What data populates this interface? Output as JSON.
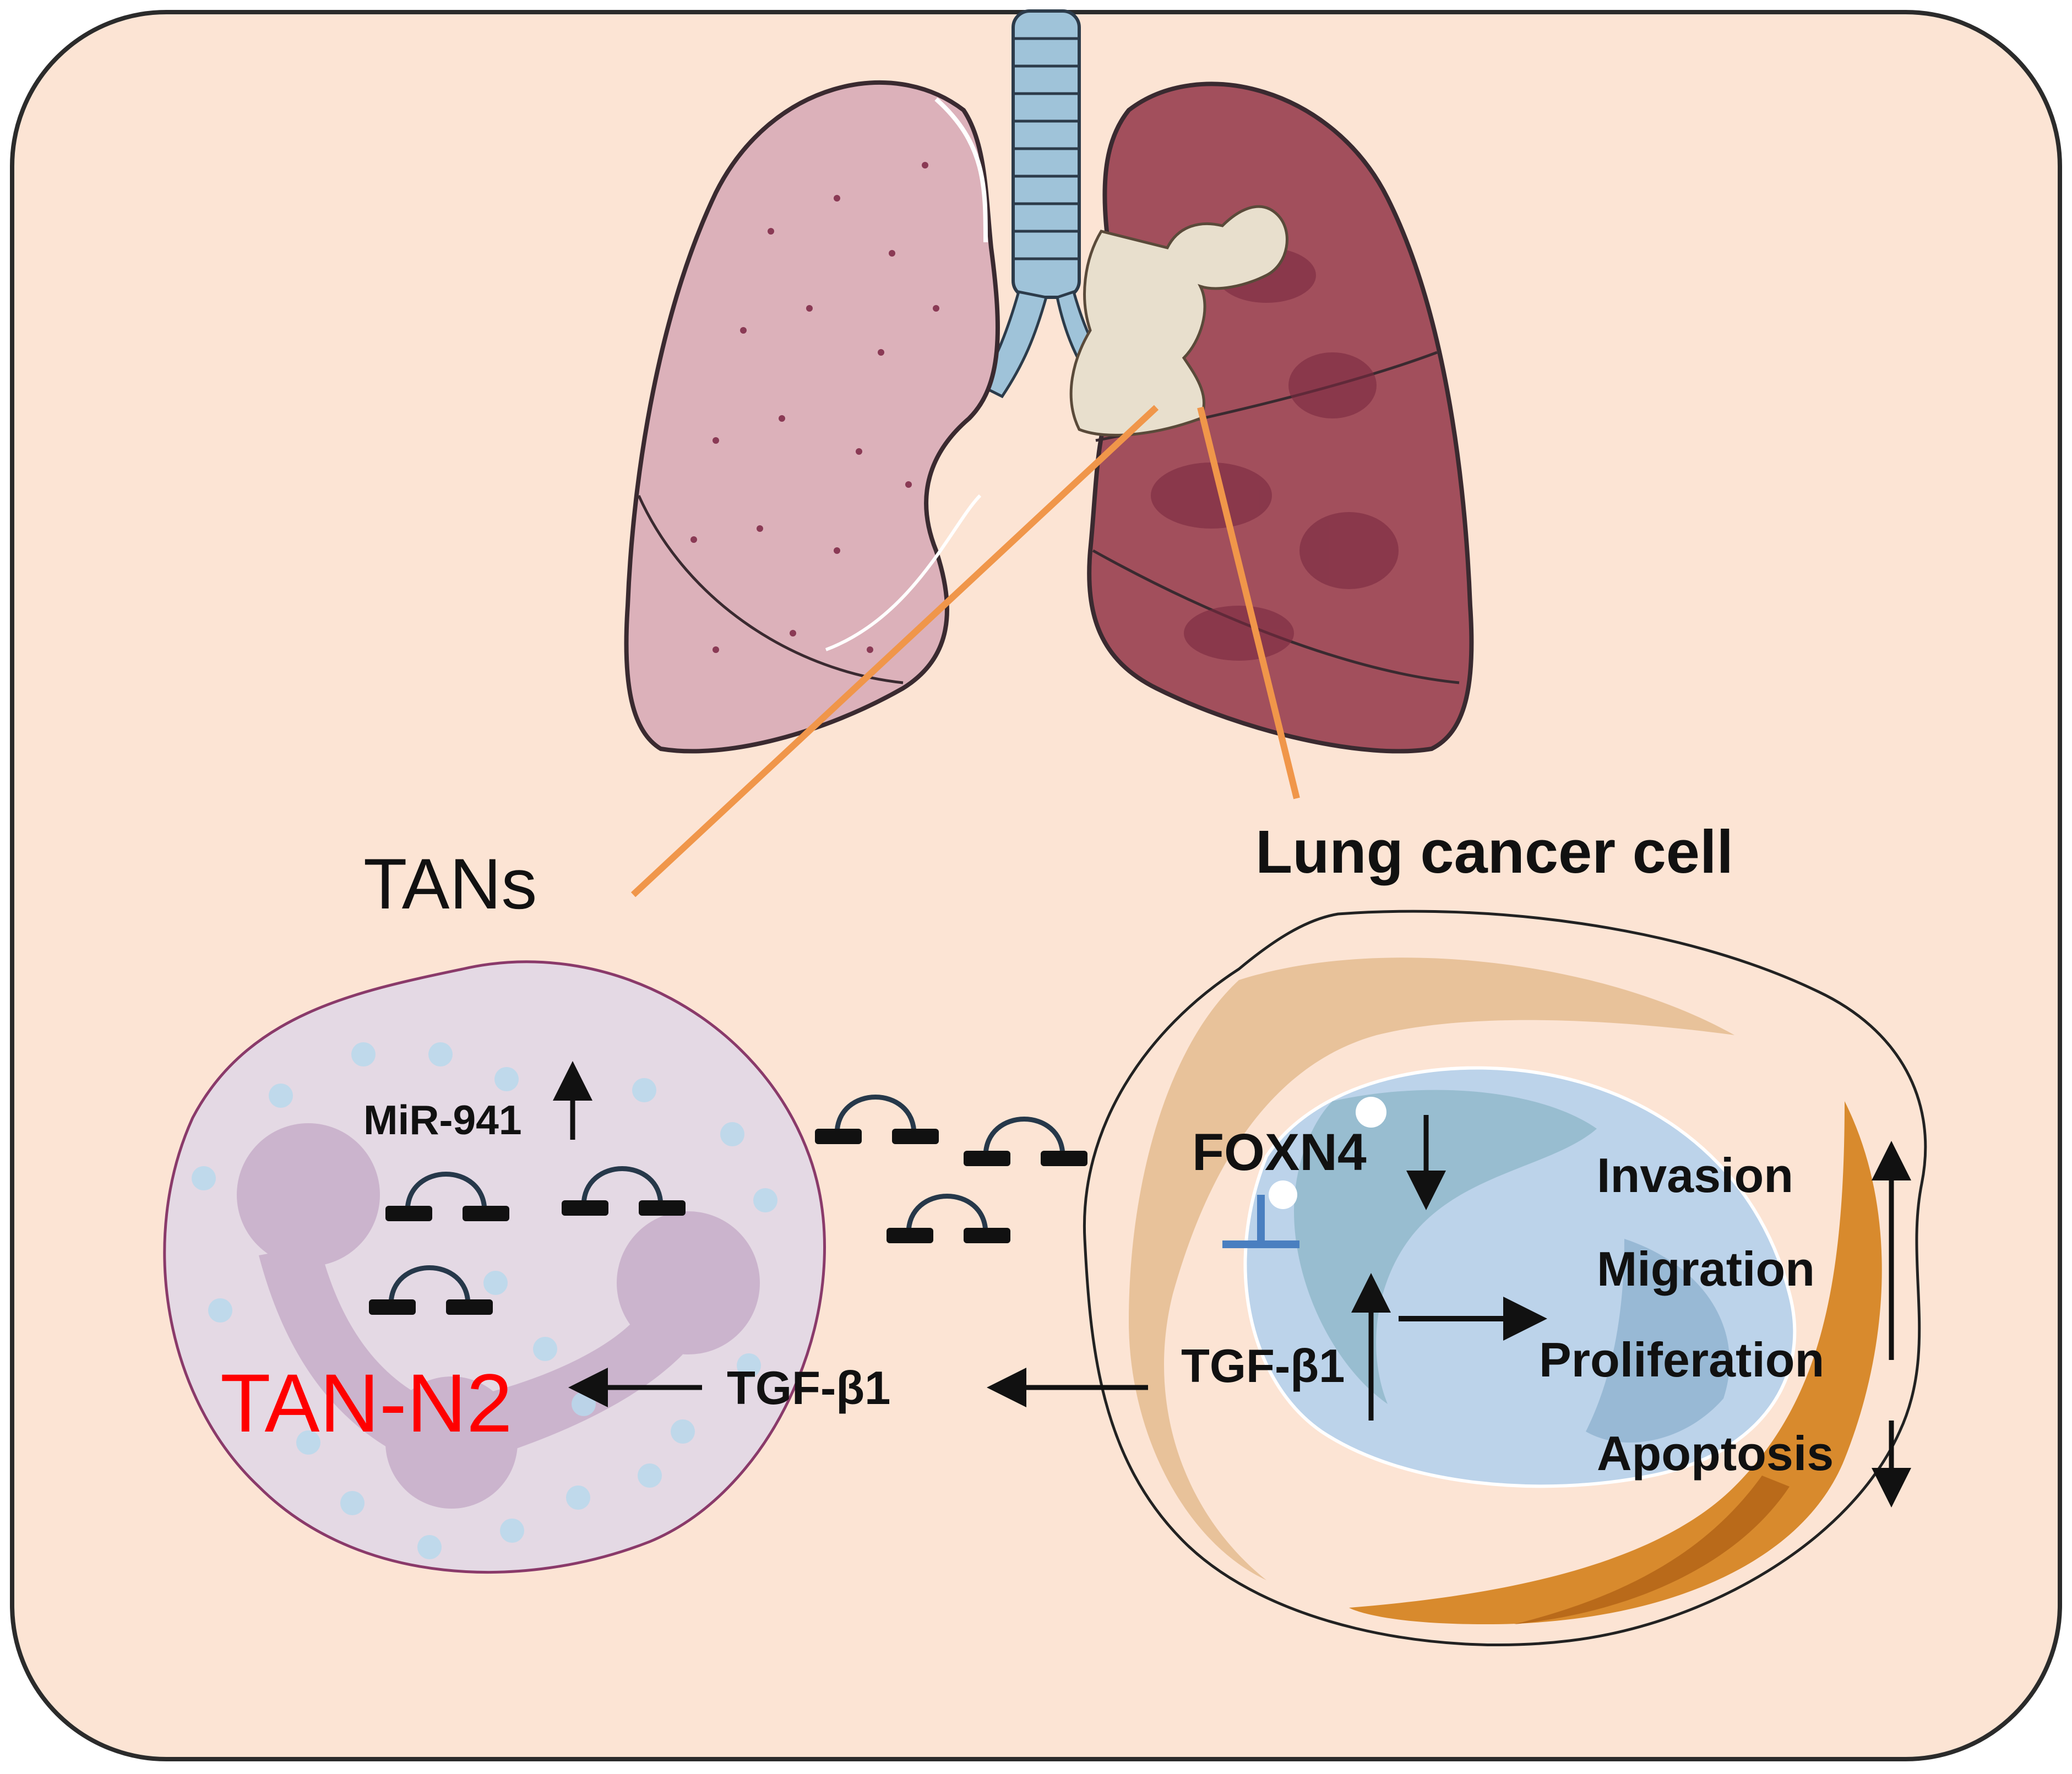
{
  "labels": {
    "tans": "TANs",
    "lung_cancer_cell": "Lung cancer cell",
    "mir941": "MiR-941",
    "tan_n2": "TAN-N2",
    "tgf_left": "TGF-β1",
    "tgf_right": "TGF-β1",
    "foxn4": "FOXN4",
    "invasion": "Invasion",
    "migration": "Migration",
    "proliferation": "Proliferation",
    "apoptosis": "Apoptosis"
  },
  "colors": {
    "panel_bg": "#fce4d4",
    "panel_border": "#2b2b2b",
    "left_lung": "#dcb1ba",
    "right_lung": "#a24f5c",
    "tumor": "#e8dfcd",
    "trachea": "#9fc3d9",
    "pointer_line": "#f0964a",
    "tan_cell": "#e4d9e4",
    "tan_nucleus": "#cbb4cd",
    "tan_red_label": "#ff0000",
    "cancer_cytoplasm": "#e6be93",
    "cancer_nucleus": "#bcd3ea",
    "cancer_nucleolus": "#8eb3cf",
    "orange_band": "#d88a2d",
    "inhibit_blue": "#4a7fc0",
    "mirna_loop": "#26384a"
  },
  "icons": [
    "lung-illustration",
    "trachea-icon",
    "tumor-mass-icon",
    "mirna-hairpin-icon",
    "inhibition-bar-icon"
  ]
}
